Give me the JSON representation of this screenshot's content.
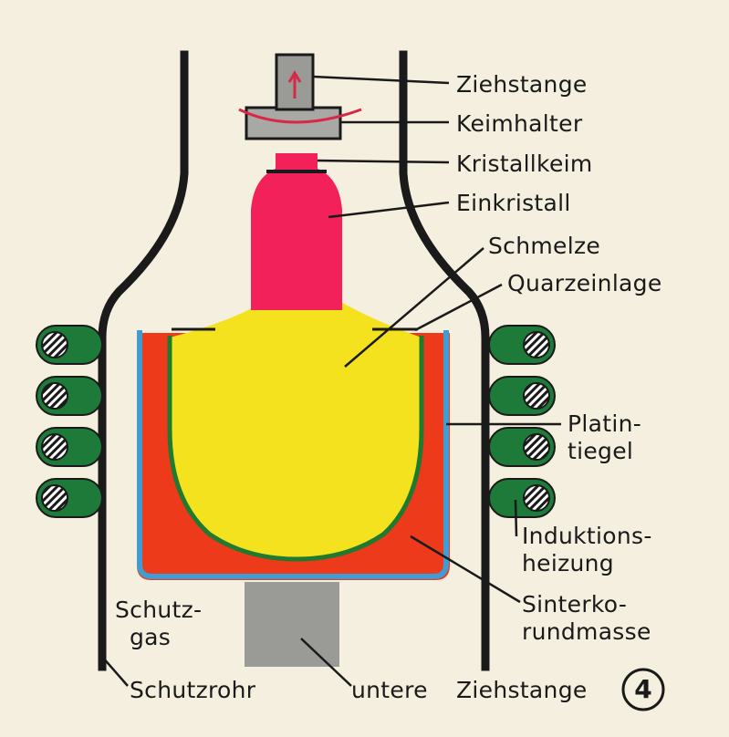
{
  "labels": {
    "ziehstange": "Ziehstange",
    "keimhalter": "Keimhalter",
    "kristallkeim": "Kristallkeim",
    "einkristall": "Einkristall",
    "schmelze": "Schmelze",
    "quarzeinlage": "Quarzeinlage",
    "platintiegel_1": "Platin-",
    "platintiegel_2": "tiegel",
    "induktion_1": "Induktions-",
    "induktion_2": "heizung",
    "sinter_1": "Sinterko-",
    "sinter_2": "rundmasse",
    "schutzgas_1": "Schutz-",
    "schutzgas_2": "gas",
    "schutzrohr": "Schutzrohr",
    "untere": "untere",
    "untere_ziehstange": "Ziehstange"
  },
  "figure_number": "4",
  "colors": {
    "crystal": "#f2215a",
    "melt": "#f4e21e",
    "sinter": "#ec3a1a",
    "platinum": "#3f9dd4",
    "quartz": "#1f7a2e",
    "coil": "#1d7a38",
    "rod": "#9a9a96",
    "tube": "#1a1a1a"
  }
}
